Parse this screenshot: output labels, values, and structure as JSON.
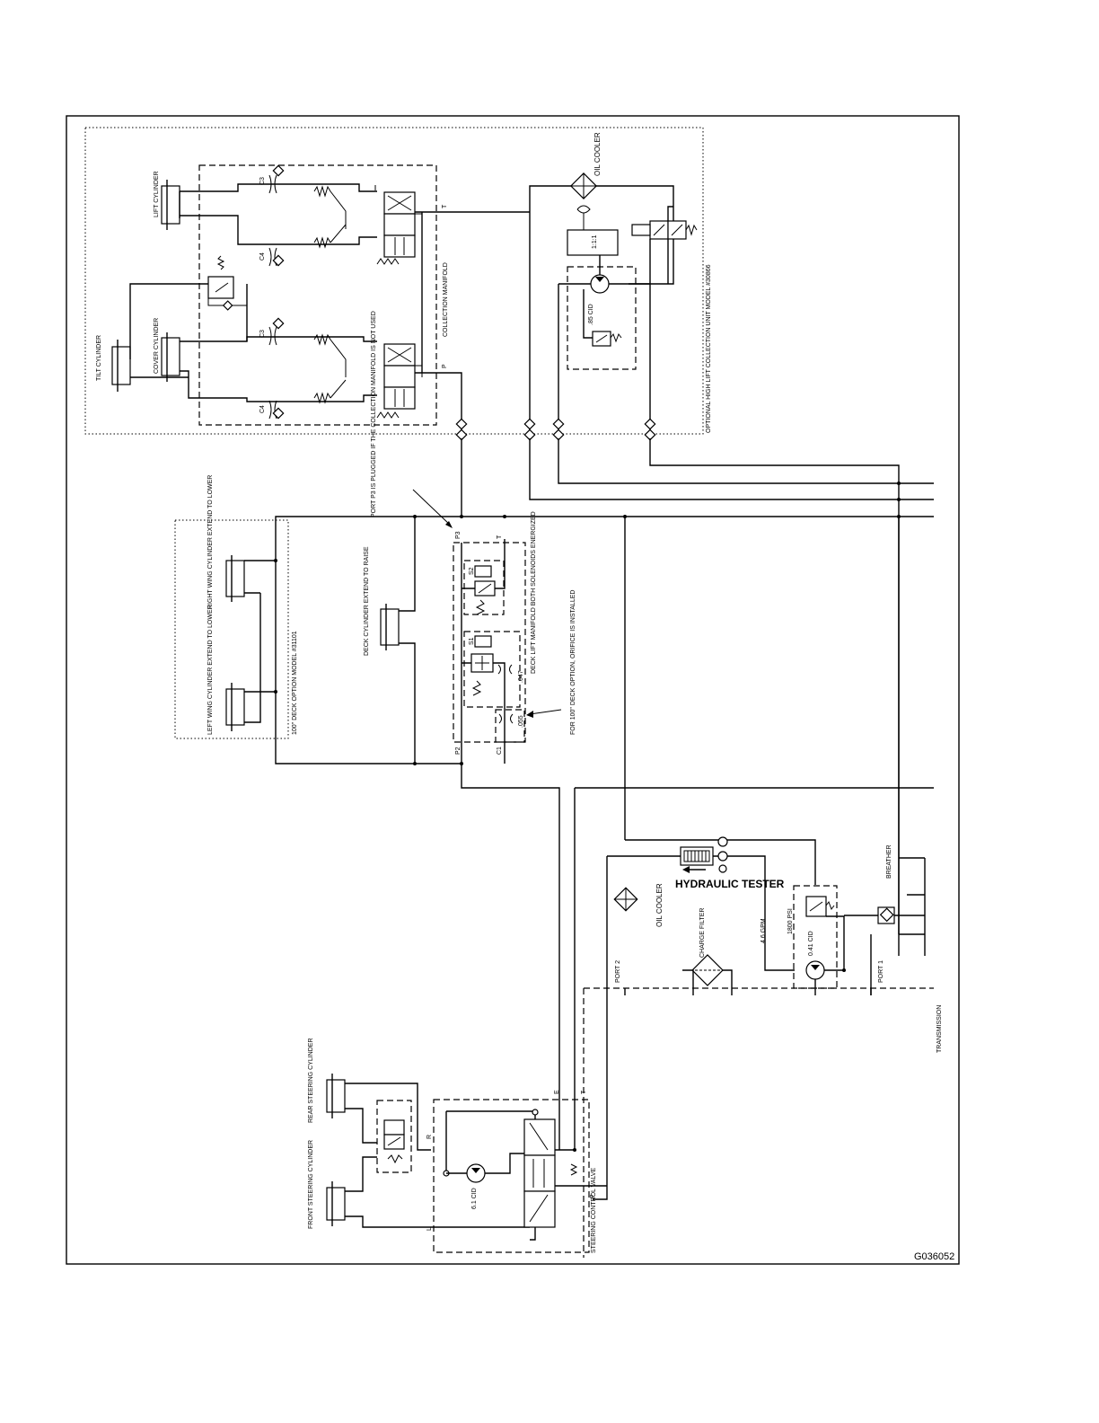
{
  "drawing_number": "G036052",
  "labels": {
    "lift_cylinder": "LIFT CYLINDER",
    "tilt_cylinder": "TILT CYLINDER",
    "cover_cylinder": "COVER CYLINDER",
    "collection_manifold": "COLLECTION MANIFOLD",
    "oil_cooler_top": "OIL COOLER",
    "optional_unit": "OPTIONAL HIGH LIFT COLLECTION UNIT MODEL #30866",
    "ratio": "1:1:1",
    "pump_cid_top": ".85 CID",
    "port_p3_note": "PORT P3 IS PLUGGED IF THE COLLECTION MANIFOLD IS NOT USED",
    "right_wing": "RIGHT WING CYLINDER EXTEND TO LOWER",
    "left_wing": "LEFT WING CYLINDER EXTEND TO LOWER",
    "deck_option": "100\" DECK OPTION MODEL #31101",
    "deck_cylinder": "DECK CYLINDER EXTEND TO RAISE",
    "deck_lift_manifold": "DECK LIFT MANIFOLD BOTH SOLENOIDS ENERGIZED",
    "orifice_note": "FOR 100\" DECK OPTION, ORIFICE IS INSTALLED",
    "hydraulic_tester": "HYDRAULIC TESTER",
    "oil_cooler_bottom": "OIL COOLER",
    "charge_filter": "CHARGE FILTER",
    "breather": "BREATHER",
    "gpm": "4.6 GPM",
    "psi": "1800 PSI",
    "pump_cid_bottom": "0.41 CID",
    "port_1": "PORT 1",
    "port_2": "PORT 2",
    "transmission": "TRANSMISSION",
    "rear_steering": "REAR STEERING CYLINDER",
    "front_steering": "FRONT STEERING CYLINDER",
    "steering_valve": "STEERING CONTROL VALVE",
    "steer_cid": "6.1 CID"
  },
  "ports": {
    "c3": "C3",
    "c4": "C4",
    "t": "T",
    "p": "P",
    "p3": "P3",
    "p2": "P2",
    "c1": "C1",
    "s1": "S1",
    "s2": "S2",
    "orifice_047": ".047",
    "orifice_055": ".055",
    "r": "R",
    "l": "L",
    "e": "E"
  }
}
